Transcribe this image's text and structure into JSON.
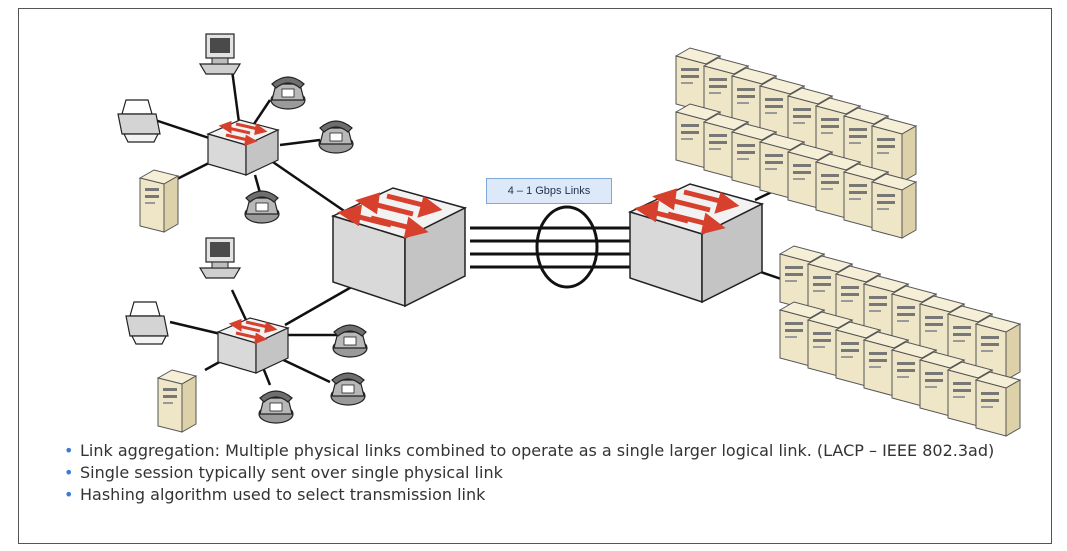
{
  "links_label": "4 – 1 Gbps Links",
  "bullets": [
    "Link aggregation: Multiple physical links combined to operate as a single larger logical link.  (LACP – IEEE 802.3ad)",
    "Single session typically sent over single physical link",
    "Hashing algorithm used to select transmission link"
  ],
  "colors": {
    "switch_arrow": "#d6402c",
    "label_fill": "#dde9f8",
    "label_border": "#7fa7d8",
    "bullet_dot": "#3a7bd5",
    "server_fill": "#efe6c8"
  }
}
